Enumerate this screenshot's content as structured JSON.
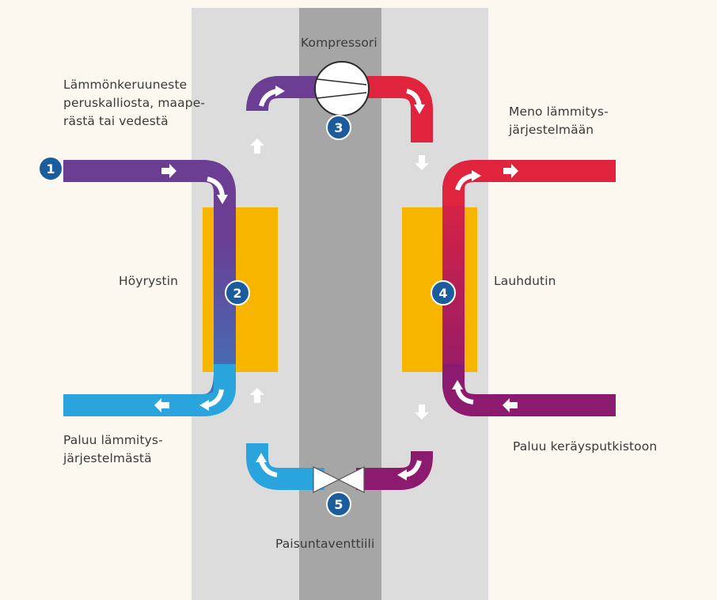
{
  "labels": {
    "compressor": "Kompressori",
    "source_fluid": "Lämmönkeruuneste\nperuskalliosta, maape-\nrästä tai vedestä",
    "to_heating": "Meno lämmitys-\njärjestelmään",
    "evaporator": "Höyrystin",
    "condenser": "Lauhdutin",
    "return_from_heating": "Paluu lämmitys-\njärjestelmästä",
    "return_to_collector": "Paluu keräysputkistoon",
    "expansion_valve": "Paisuntaventtiili"
  },
  "markers": [
    "1",
    "2",
    "3",
    "4",
    "5"
  ],
  "colors": {
    "background": "#fdf8ef",
    "outer_band": "#dcdcdc",
    "inner_band": "#a6a6a6",
    "heat_exchanger": "#f7b500",
    "purple": "#6b3d93",
    "blue": "#29a4dc",
    "red": "#e0243e",
    "magenta": "#8c1a6e",
    "marker": "#1a5c9c"
  },
  "icons": [
    "arrow-icon",
    "compressor-icon",
    "expansion-valve-icon"
  ]
}
